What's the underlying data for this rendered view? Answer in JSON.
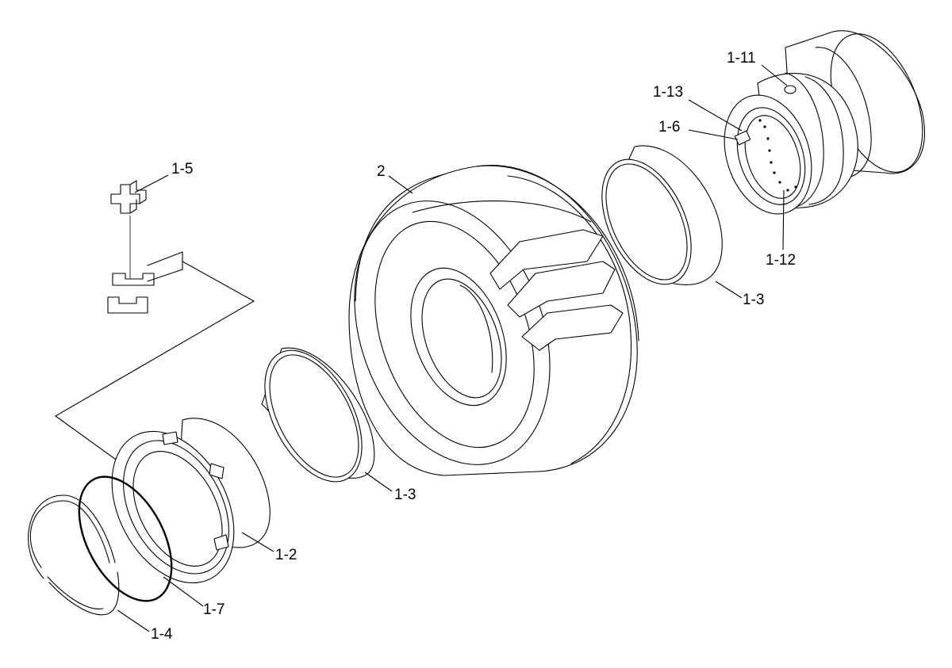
{
  "callouts": {
    "c_1_11": "1-11",
    "c_1_13": "1-13",
    "c_1_6": "1-6",
    "c_1_5": "1-5",
    "c_2": "2",
    "c_1_12": "1-12",
    "c_1_3_right": "1-3",
    "c_1_3_left": "1-3",
    "c_1_2": "1-2",
    "c_1_7": "1-7",
    "c_1_4": "1-4"
  },
  "colors": {
    "ink": "#000000",
    "paper": "#ffffff"
  }
}
